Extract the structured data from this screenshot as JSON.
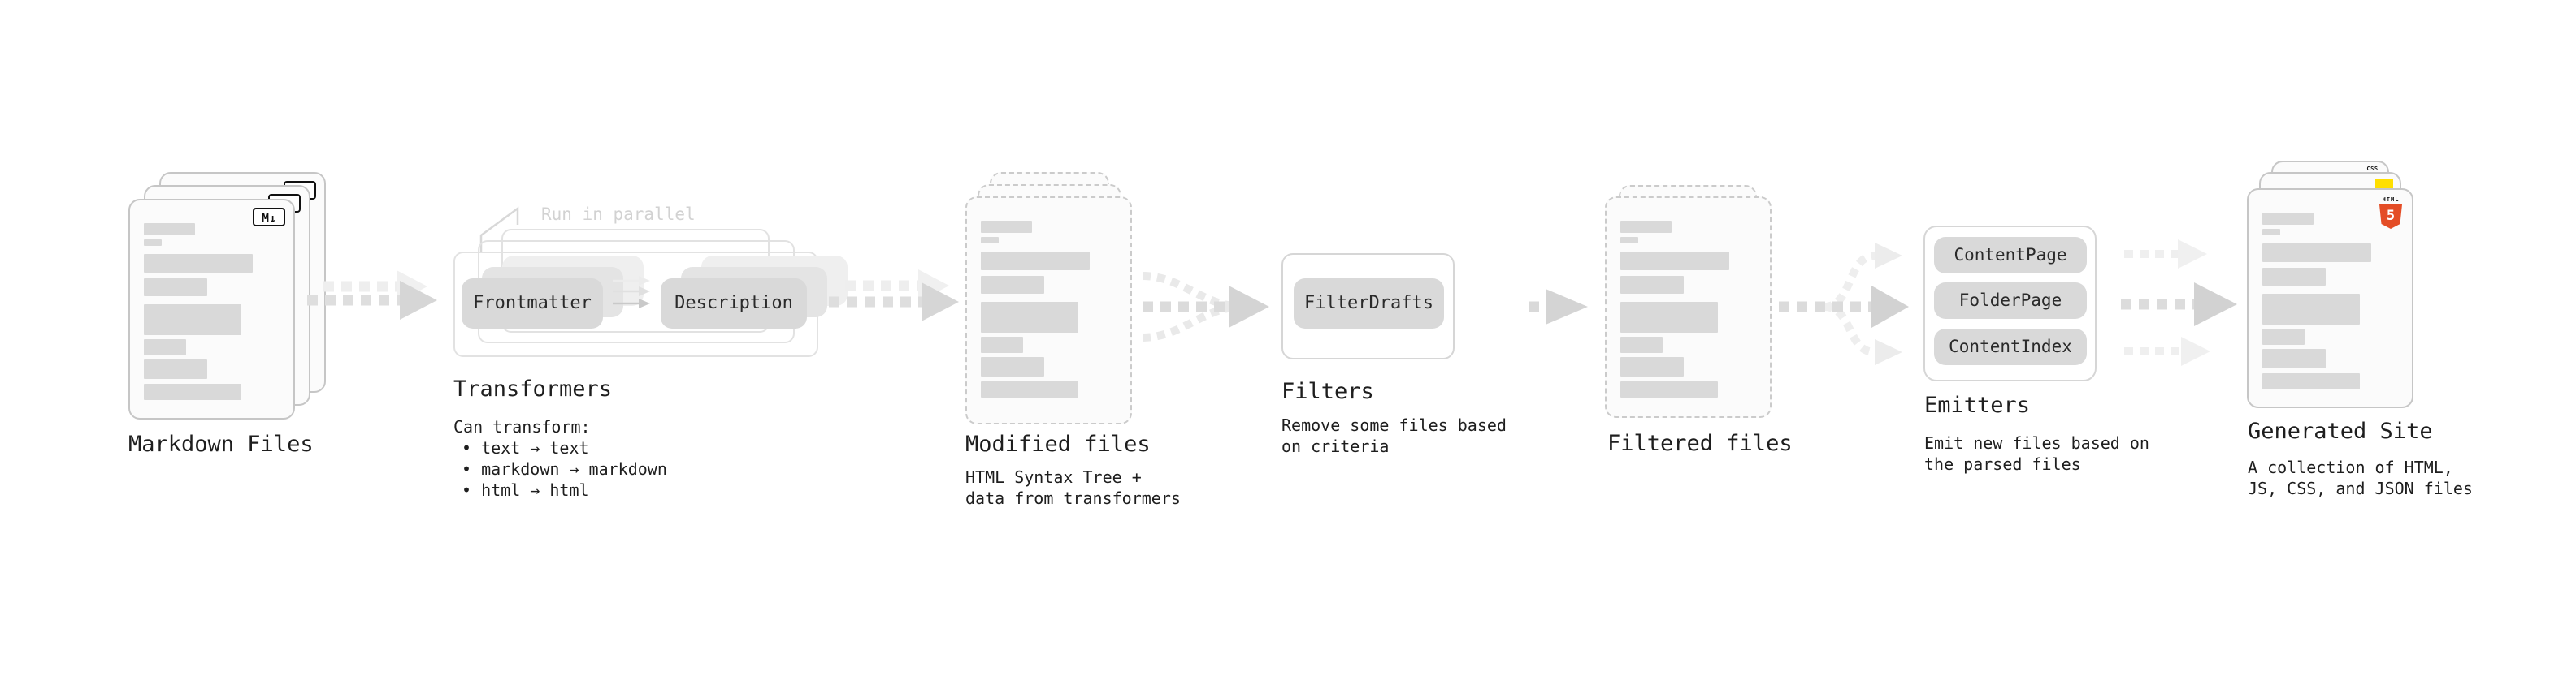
{
  "diagram": {
    "stages": {
      "markdown": {
        "title": "Markdown Files"
      },
      "transformers": {
        "title": "Transformers",
        "annotation": "Run in parallel",
        "pill_left": "Frontmatter",
        "pill_right": "Description",
        "desc_heading": "Can transform:",
        "bullets": [
          "• text → text",
          "• markdown → markdown",
          "• html → html"
        ]
      },
      "modified": {
        "title": "Modified files",
        "desc": "HTML Syntax Tree +\ndata from transformers"
      },
      "filters": {
        "title": "Filters",
        "pill": "FilterDrafts",
        "desc": "Remove some files based\non criteria"
      },
      "filtered": {
        "title": "Filtered files"
      },
      "emitters": {
        "title": "Emitters",
        "pills": [
          "ContentPage",
          "FolderPage",
          "ContentIndex"
        ],
        "desc": "Emit new files based on\nthe parsed files"
      },
      "generated": {
        "title": "Generated Site",
        "desc": "A collection of HTML,\nJS, CSS, and JSON files"
      }
    },
    "icons": {
      "markdown_badge": "M↓",
      "html5_word": "HTML",
      "html5_number": "5",
      "css_word": "CSS"
    },
    "colors": {
      "bar_gray": "#d9d9d9",
      "pill_gray": "#d9d9d9",
      "annotation_gray": "#d2d2d2",
      "html5_orange": "#e44d26",
      "js_yellow": "#ffdf00",
      "css_blue": "#2d65f2"
    },
    "decor": {
      "doc_bars": [
        [
          38,
          15,
          0
        ],
        [
          13,
          8,
          5
        ],
        [
          80,
          23,
          10
        ],
        [
          47,
          22,
          7
        ],
        [
          72,
          38,
          10
        ],
        [
          31,
          20,
          5
        ],
        [
          47,
          24,
          5
        ],
        [
          72,
          20,
          6
        ]
      ]
    }
  }
}
